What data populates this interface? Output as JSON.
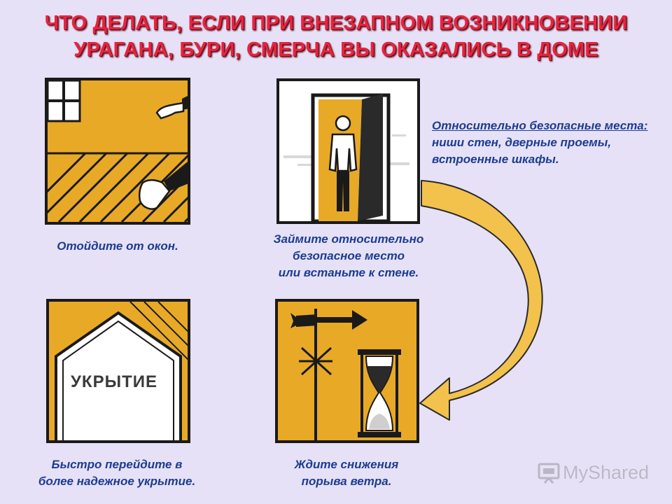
{
  "slide": {
    "title_line1": "ЧТО ДЕЛАТЬ, ЕСЛИ ПРИ ВНЕЗАПНОМ ВОЗНИКНОВЕНИИ",
    "title_line2": "УРАГАНА, БУРИ, СМЕРЧА ВЫ ОКАЗАЛИСЬ В ДОМЕ"
  },
  "panels": {
    "window": {
      "caption": "Отойдите от окон."
    },
    "doorway": {
      "caption_line1": "Займите относительно",
      "caption_line2": "безопасное место",
      "caption_line3": "или встаньте к стене."
    },
    "shelter": {
      "sign_text": "УКРЫТИЕ",
      "caption_line1": "Быстро перейдите в",
      "caption_line2": "более надежное укрытие."
    },
    "weathervane": {
      "caption_line1": "Ждите снижения",
      "caption_line2": "порыва ветра."
    }
  },
  "note": {
    "label": "Относительно безопасные места:",
    "text": " ниши стен, дверные проемы, встроенные шкафы."
  },
  "watermark": {
    "text": "MyShared"
  },
  "colors": {
    "title": "#e8233f",
    "caption": "#1d3d8f",
    "panel_fill": "#e8a927",
    "arrow_fill": "#f3c24c",
    "background": "#e6e1f7"
  }
}
